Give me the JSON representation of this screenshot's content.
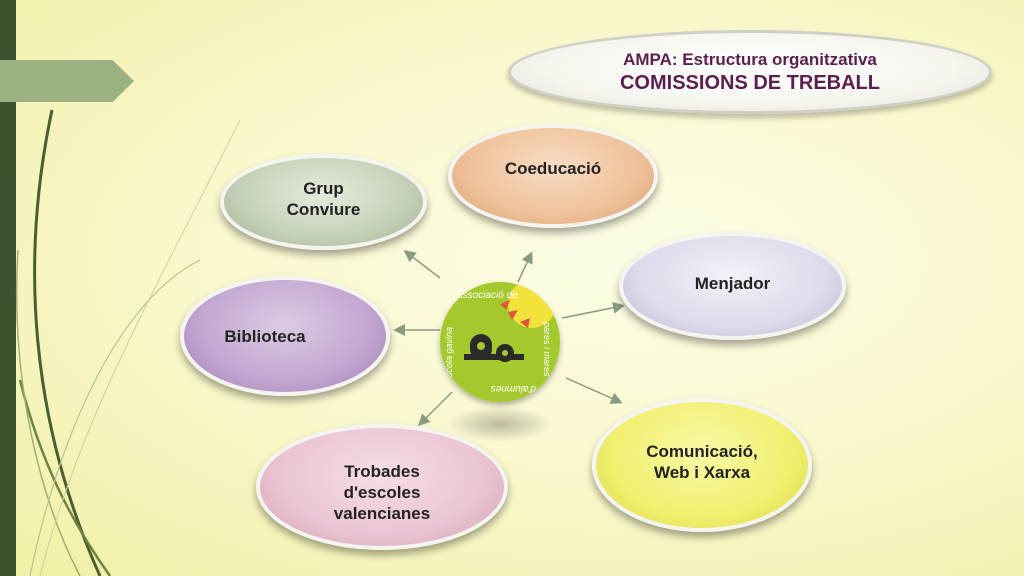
{
  "title": {
    "line1": "AMPA: Estructura organitzativa",
    "line2": "COMISSIONS DE TREBALL"
  },
  "nodes": {
    "grup": "Grup\nConviure",
    "coeducacio": "Coeducació",
    "menjador": "Menjador",
    "biblioteca": "Biblioteca",
    "comunicacio": "Comunicació,\nWeb i Xarxa",
    "trobades": "Trobades\nd'escoles\nvalencianes"
  },
  "logo": {
    "ring_top": "Associació de",
    "ring_right": "pares i mares",
    "ring_left": "escola gavina",
    "ring_bottom": "d'alumnes"
  },
  "colors": {
    "left_bar": "#3f5230",
    "title_text": "#5a1f4f",
    "logo_green": "#a3c92c",
    "logo_sun": "#f2e23a",
    "arrow": "#8a9c80"
  }
}
